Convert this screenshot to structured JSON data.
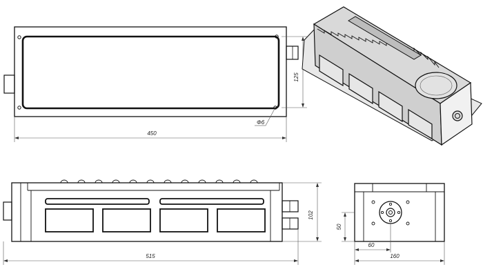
{
  "views": {
    "top": {
      "width_dim": "450",
      "height_dim": "125",
      "hole_dim": "Φ6"
    },
    "front": {
      "length_dim": "515",
      "height_dim": "102"
    },
    "side": {
      "width_dim": "160",
      "offset_x_dim": "60",
      "offset_y_dim": "50"
    },
    "iso": {}
  }
}
